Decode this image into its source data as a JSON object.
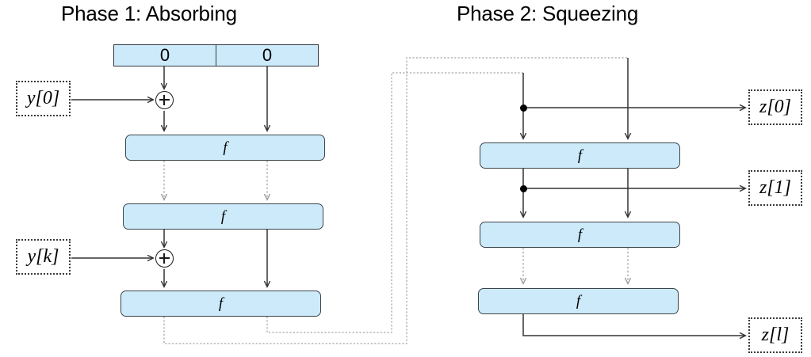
{
  "diagram": {
    "kind": "sponge-construction",
    "background": "#ffffff",
    "colors": {
      "box_fill": "#cdeafa",
      "box_stroke": "#3b4449",
      "wire_solid": "#333333",
      "wire_dotted": "#aaaaaa",
      "text": "#000000"
    }
  },
  "phase1": {
    "title": "Phase 1: Absorbing",
    "state_cells": [
      {
        "label": "0",
        "name": "state-cell-rate"
      },
      {
        "label": "0",
        "name": "state-cell-capacity"
      }
    ],
    "inputs": [
      {
        "label": "y[0]",
        "name": "input-y0"
      },
      {
        "label": "y[k]",
        "name": "input-yk"
      }
    ],
    "permutations": [
      {
        "label": "f",
        "name": "permutation-f-1"
      },
      {
        "label": "f",
        "name": "permutation-f-2"
      },
      {
        "label": "f",
        "name": "permutation-f-3"
      }
    ],
    "xor_label": "XOR"
  },
  "phase2": {
    "title": "Phase 2: Squeezing",
    "permutations": [
      {
        "label": "f",
        "name": "permutation-f-4"
      },
      {
        "label": "f",
        "name": "permutation-f-5"
      },
      {
        "label": "f",
        "name": "permutation-f-6"
      }
    ],
    "outputs": [
      {
        "label": "z[0]",
        "name": "output-z0"
      },
      {
        "label": "z[1]",
        "name": "output-z1"
      },
      {
        "label": "z[l]",
        "name": "output-zl"
      }
    ]
  }
}
